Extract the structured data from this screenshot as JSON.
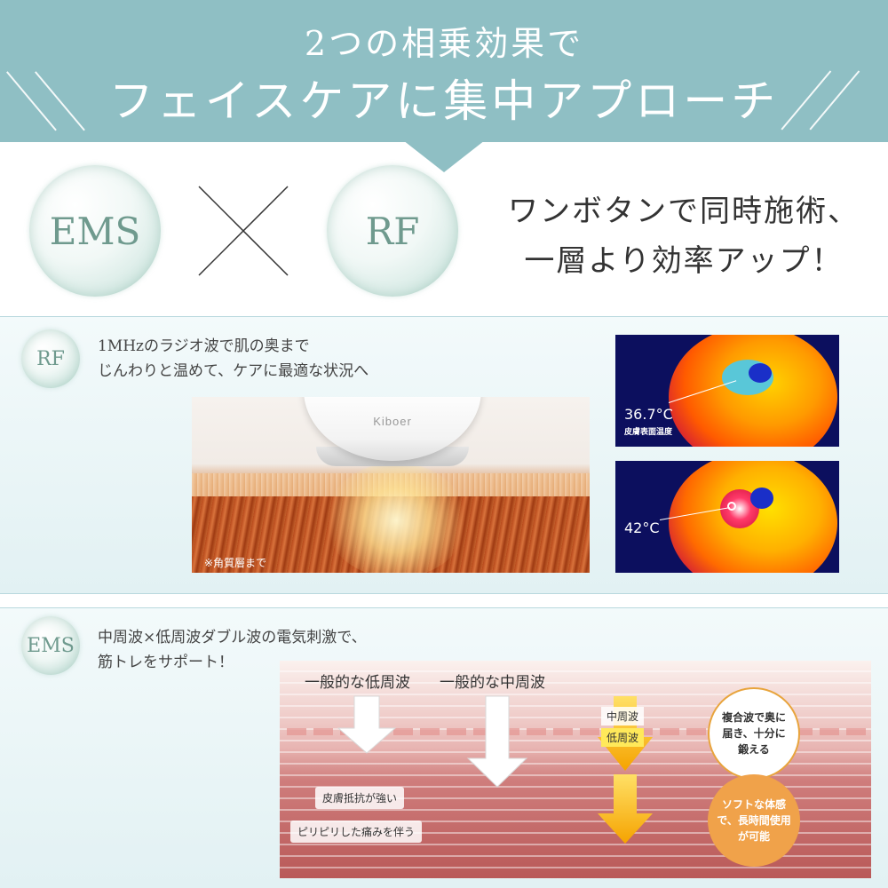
{
  "header": {
    "subtitle": "2つの相乗効果で",
    "title": "フェイスケアに集中アプローチ"
  },
  "hero": {
    "bubble_left": "EMS",
    "bubble_right": "RF",
    "tagline_line1": "ワンボタンで同時施術、",
    "tagline_line2": "一層より効率アップ！"
  },
  "rf_section": {
    "badge": "RF",
    "desc_line1": "1MHzのラジオ波で肌の奥まで",
    "desc_line2": "じんわりと温めて、ケアに最適な状況へ",
    "device_logo": "Kiboer",
    "skin_note": "※角質層まで",
    "thermal_top_temp": "36.7°C",
    "thermal_top_label": "皮膚表面温度",
    "thermal_bottom_temp": "42°C"
  },
  "ems_section": {
    "badge": "EMS",
    "desc_line1": "中周波×低周波ダブル波の電気刺激で、",
    "desc_line2": "筋トレをサポート！",
    "diagram": {
      "head_low": "一般的な低周波",
      "head_mid": "一般的な中周波",
      "badge_mid": "中周波",
      "badge_low": "低周波",
      "tag_resistance": "皮膚抵抗が強い",
      "tag_pain": "ピリピリした痛みを伴う",
      "circle_top": [
        "複合波で奥に",
        "届き、十分に",
        "鍛える"
      ],
      "plus": "+",
      "circle_bottom": [
        "ソフトな体感",
        "で、長時間使用",
        "が可能"
      ]
    }
  }
}
